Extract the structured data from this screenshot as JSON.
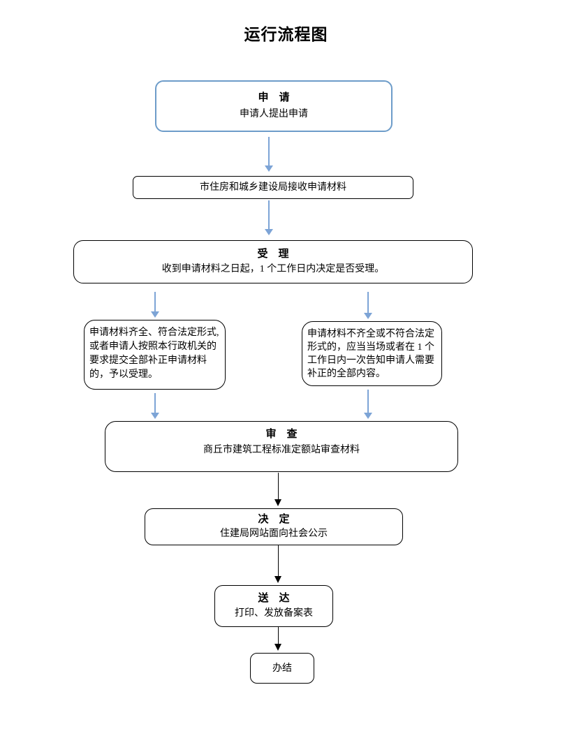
{
  "page": {
    "title": "运行流程图"
  },
  "colors": {
    "box_accent_blue": "#6D9CC9",
    "arrow_blue": "#7DA4D6",
    "arrow_black": "#000000",
    "background": "#ffffff"
  },
  "nodes": {
    "apply": {
      "heading": "申　请",
      "body": "申请人提出申请"
    },
    "receive": {
      "body": "市住房和城乡建设局接收申请材料"
    },
    "accept": {
      "heading": "受　理",
      "body": "收到申请材料之日起，1 个工作日内决定是否受理。"
    },
    "branch_left": {
      "body": "申请材料齐全、符合法定形式,或者申请人按照本行政机关的要求提交全部补正申请材料的，予以受理。"
    },
    "branch_right": {
      "body": "申请材料不齐全或不符合法定形式的，应当当场或者在 1 个工作日内一次告知申请人需要补正的全部内容。"
    },
    "review": {
      "heading": "审　查",
      "body": "商丘市建筑工程标准定额站审查材料"
    },
    "decide": {
      "heading": "决　定",
      "body": "住建局网站面向社会公示"
    },
    "deliver": {
      "heading": "送　达",
      "body": "打印、发放备案表"
    },
    "finish": {
      "body": "办结"
    }
  },
  "edges": [
    {
      "from": "apply",
      "to": "receive",
      "color": "blue"
    },
    {
      "from": "receive",
      "to": "accept",
      "color": "blue"
    },
    {
      "from": "accept",
      "to": "branch_left",
      "color": "blue"
    },
    {
      "from": "accept",
      "to": "branch_right",
      "color": "blue"
    },
    {
      "from": "branch_left",
      "to": "review",
      "color": "blue"
    },
    {
      "from": "branch_right",
      "to": "review",
      "color": "blue"
    },
    {
      "from": "review",
      "to": "decide",
      "color": "black"
    },
    {
      "from": "decide",
      "to": "deliver",
      "color": "black"
    },
    {
      "from": "deliver",
      "to": "finish",
      "color": "black"
    }
  ]
}
